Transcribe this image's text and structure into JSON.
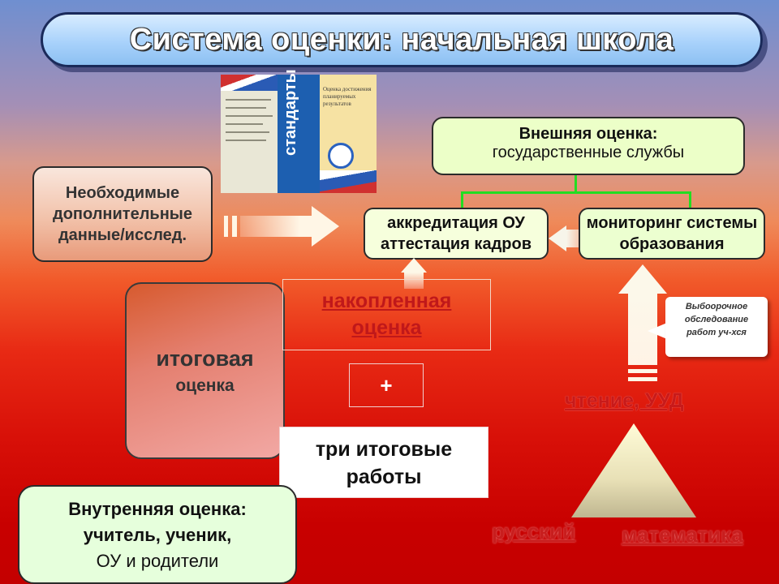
{
  "title": "Система оценки: начальная школа",
  "book": {
    "spine_text": "стандарты",
    "subtitle": "Оценка достижения планируемых результатов"
  },
  "external": {
    "line1": "Внешняя оценка:",
    "line2": "государственные службы"
  },
  "additional": {
    "line1": "Необходимые",
    "line2": "дополнительные",
    "line3": "данные/исслед."
  },
  "accreditation": {
    "line1": "аккредитация ОУ",
    "line2": "аттестация кадров"
  },
  "monitoring": {
    "line1": "мониторинг системы",
    "line2": "образования"
  },
  "final": {
    "line1": "итоговая",
    "line2": "оценка"
  },
  "accumulated": {
    "line1": "накопленная",
    "line2": "оценка"
  },
  "plus": "+",
  "three_works": {
    "line1": "три итоговые",
    "line2": "работы"
  },
  "internal": {
    "line1": "Внутренняя оценка:",
    "line2": "учитель, ученик,",
    "line3": "ОУ и родители"
  },
  "callout": {
    "line1": "Выбоорочное",
    "line2": "обследование",
    "line3": "работ уч-хся"
  },
  "pyramid": {
    "top": "чтение, УУД",
    "left": "русский",
    "right": "математика"
  },
  "colors": {
    "title_bg": "#a9d2fb",
    "connector": "#22dd22",
    "accent_text": "#c0181a"
  }
}
